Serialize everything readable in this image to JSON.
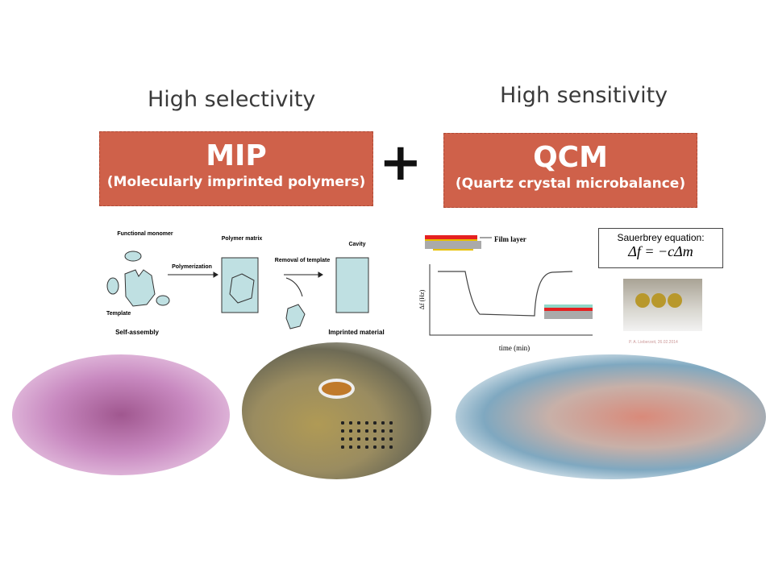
{
  "left": {
    "heading": "High selectivity",
    "title": "MIP",
    "subtitle": "(Molecularly imprinted polymers)"
  },
  "right": {
    "heading": "High sensitivity",
    "title": "QCM",
    "subtitle": "(Quartz crystal microbalance)"
  },
  "plus": "+",
  "mip_diagram": {
    "functional_monomer": "Functional monomer",
    "template": "Template",
    "self_assembly": "Self-assembly",
    "polymerization": "Polymerization",
    "polymer_matrix": "Polymer matrix",
    "removal": "Removal of template",
    "cavity": "Cavity",
    "imprinted": "Imprinted material"
  },
  "qcm_diagram": {
    "film_layer": "Film layer",
    "y_axis": "Δf (Hz)",
    "x_axis": "time (min)",
    "equation_title": "Sauerbrey equation:",
    "equation": "Δf = −cΔm",
    "credit": "P. A. Lieberzeit, 26.02.2014"
  },
  "colors": {
    "box": "#cf614a",
    "heading": "#3a3a3a"
  }
}
